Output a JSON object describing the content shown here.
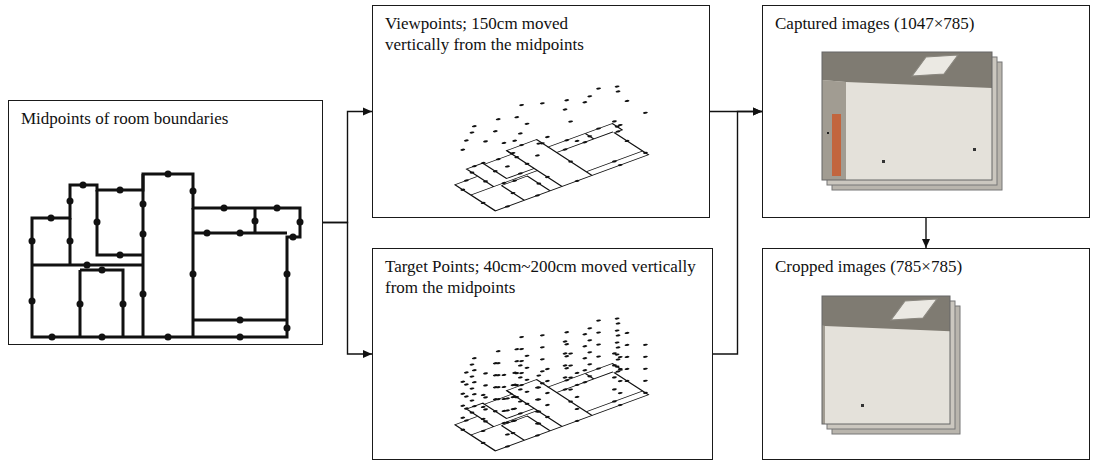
{
  "diagram": {
    "nodes": [
      {
        "text": [
          "Midpoints of room boundaries"
        ]
      },
      {
        "text": [
          "Viewpoints; 150cm moved vertically from the midpoints"
        ]
      },
      {
        "text": [
          "Target Points; 40cm~200cm moved vertically from the midpoints"
        ]
      },
      {
        "text": [
          "Captured images (1047×785)"
        ]
      },
      {
        "text": [
          "Cropped images (785×785)"
        ]
      }
    ],
    "edges": [
      {
        "from": 0,
        "to": 1,
        "arrow": "to"
      },
      {
        "from": 0,
        "to": 2,
        "arrow": "to"
      },
      {
        "from": 1,
        "to": 3,
        "arrow": "to"
      },
      {
        "from": 2,
        "to": 3,
        "arrow": "to"
      },
      {
        "from": 3,
        "to": 4,
        "arrow": "to"
      }
    ]
  }
}
